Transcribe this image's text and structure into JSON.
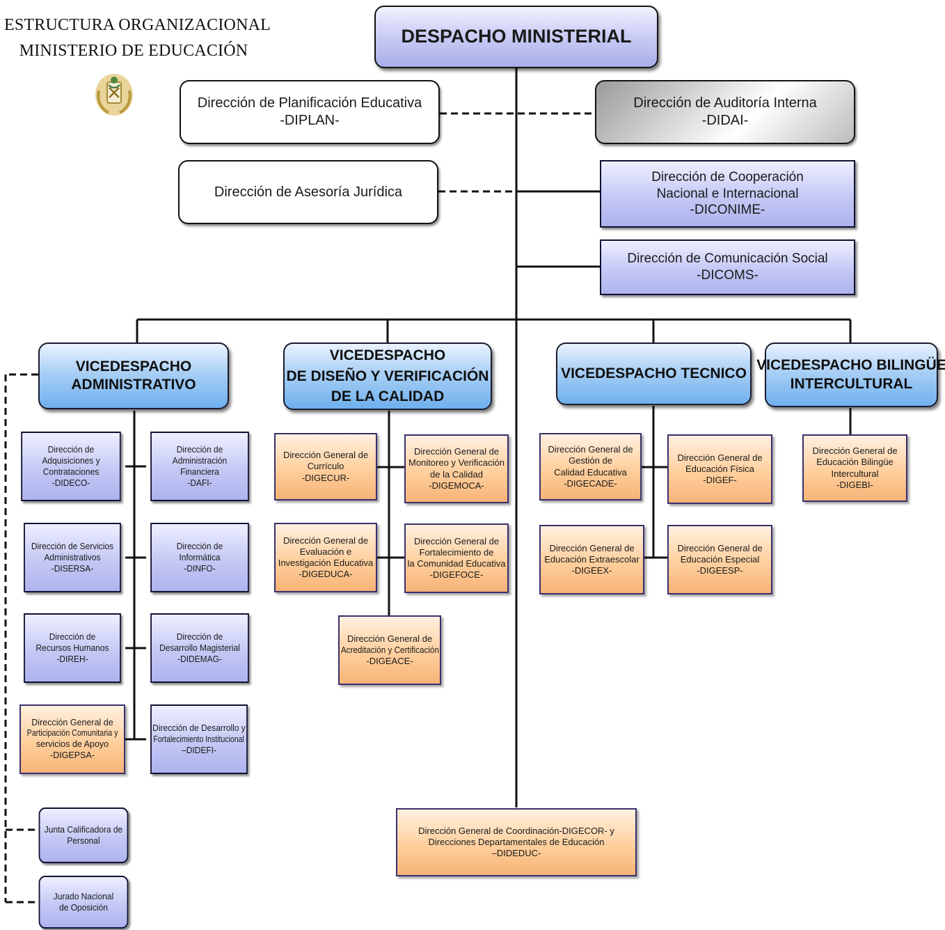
{
  "header": {
    "title_line1": "ESTRUCTURA ORGANIZACIONAL",
    "title_line2": "MINISTERIO DE EDUCACIÓN"
  },
  "colors": {
    "blue_box": "#c4c8f4",
    "orange_box": "#ffcf9d",
    "vice_box": "#a9cff5",
    "line": "#111111"
  },
  "top": {
    "despacho": "DESPACHO MINISTERIAL",
    "diplan": [
      "Dirección de Planificación Educativa",
      "-DIPLAN-"
    ],
    "didai": [
      "Dirección de  Auditoría Interna",
      "-DIDAI-"
    ],
    "juridica": "Dirección de Asesoría Jurídica",
    "diconime": [
      "Dirección de Cooperación",
      "Nacional e Internacional",
      "-DICONIME-"
    ],
    "dicoms": [
      "Dirección de Comunicación Social",
      "-DICOMS-"
    ]
  },
  "vice": {
    "administrativo": [
      "VICEDESPACHO",
      "ADMINISTRATIVO"
    ],
    "calidad": [
      "VICEDESPACHO",
      "DE DISEÑO Y VERIFICACIÓN",
      "DE LA CALIDAD"
    ],
    "tecnico": "VICEDESPACHO TECNICO",
    "bilingue": [
      "VICEDESPACHO BILINGÜE",
      "INTERCULTURAL"
    ]
  },
  "admin_units": {
    "dideco": [
      "Dirección  de",
      "Adquisiciones y",
      "Contrataciones",
      "-DIDECO-"
    ],
    "dafi": [
      "Dirección de",
      "Administración",
      "Financiera",
      "-DAFI-"
    ],
    "disersa": [
      "Dirección de Servicios",
      "Administrativos",
      "-DISERSA-"
    ],
    "dinfo": [
      "Dirección de",
      "Informática",
      "-DINFO-"
    ],
    "direh": [
      "Dirección de",
      "Recursos Humanos",
      "-DIREH-"
    ],
    "didemag": [
      "Dirección de",
      "Desarrollo  Magisterial",
      "-DIDEMAG-"
    ],
    "digepsa": [
      "Dirección General de",
      "Participación Comunitaria y",
      "servicios de Apoyo",
      "-DIGEPSA-"
    ],
    "didefi": [
      "Dirección de Desarrollo y",
      "Fortalecimiento Institucional",
      "–DIDEFI-"
    ]
  },
  "calidad_units": {
    "digecur": [
      "Dirección General de",
      "Currículo",
      "-DIGECUR-"
    ],
    "digemoca": [
      "Dirección General de",
      "Monitoreo y Verificación",
      "de la Calidad",
      "-DIGEMOCA-"
    ],
    "digeduca": [
      "Dirección General de",
      "Evaluación e",
      "Investigación Educativa",
      "-DIGEDUCA-"
    ],
    "digefoce": [
      "Dirección General de",
      "Fortalecimiento de",
      "la Comunidad Educativa",
      "-DIGEFOCE-"
    ],
    "digeace": [
      "Dirección General de",
      "Acreditación y Certificación",
      "-DIGEACE-"
    ]
  },
  "tecnico_units": {
    "digecade": [
      "Dirección General de",
      "Gestión  de",
      "Calidad Educativa",
      "-DIGECADE-"
    ],
    "digef": [
      "Dirección General de",
      "Educación Física",
      "-DIGEF-"
    ],
    "digeex": [
      "Dirección General de",
      "Educación Extraescolar",
      "-DIGEEX-"
    ],
    "digeesp": [
      "Dirección General de",
      "Educación Especial",
      "-DIGEESP-"
    ]
  },
  "bilingue_units": {
    "digebi": [
      "Dirección General de",
      "Educación Bilingüe",
      "Intercultural",
      "-DIGEBI-"
    ]
  },
  "other": {
    "junta": [
      "Junta Calificadora de",
      "Personal"
    ],
    "jurado": [
      "Jurado Nacional",
      "de Oposición"
    ],
    "digecor": [
      "Dirección General de Coordinación-DIGECOR-  y",
      "Direcciones Departamentales de Educación",
      "–DIDEDUC-"
    ]
  }
}
